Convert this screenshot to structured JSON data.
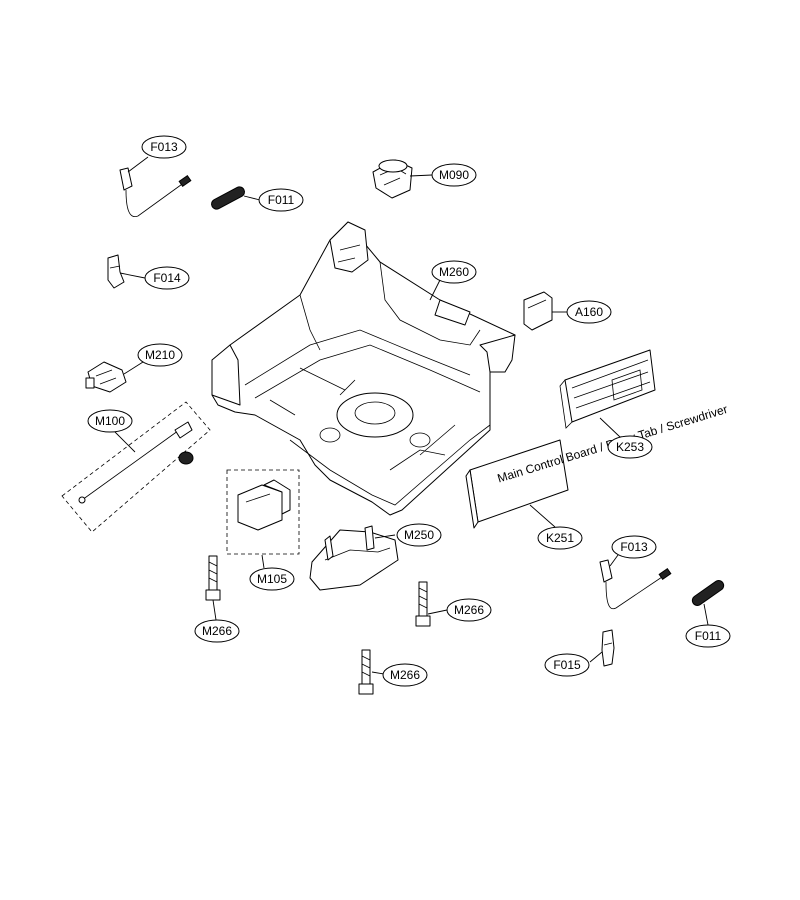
{
  "callouts": {
    "f013_top": "F013",
    "f011_top": "F011",
    "m090": "M090",
    "f014": "F014",
    "m260": "M260",
    "a160": "A160",
    "m210": "M210",
    "m100": "M100",
    "k253": "K253",
    "m250": "M250",
    "k251": "K251",
    "m105": "M105",
    "f013_bottom": "F013",
    "m266_left": "M266",
    "m266_center": "M266",
    "m266_bottom": "M266",
    "f011_bottom": "F011",
    "f015": "F015"
  },
  "panel_lettering": "Main Control Board / Relay Tab / Screwdriver"
}
